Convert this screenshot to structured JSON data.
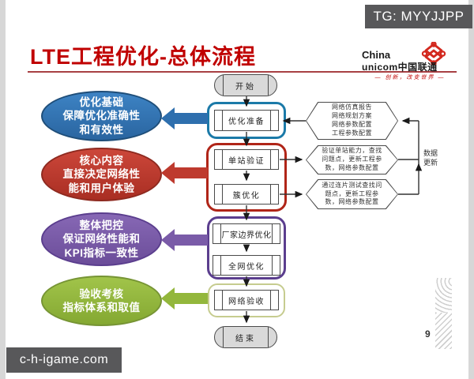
{
  "overlay": {
    "tg_badge": "TG: MYYJJPP",
    "watermark": "c-h-igame.com"
  },
  "slide": {
    "title": "LTE工程优化-总体流程",
    "page_number": "9",
    "logo": {
      "brand_line1": "China",
      "brand_line2": "unicom中国联通",
      "tagline": "— 创新，改变世界 —"
    }
  },
  "flow": {
    "start_label": "开始",
    "end_label": "结束",
    "steps": [
      {
        "label": "优化准备"
      },
      {
        "label": "单站验证"
      },
      {
        "label": "簇优化"
      },
      {
        "label": "厂家边界优化"
      },
      {
        "label": "全网优化"
      },
      {
        "label": "网络验收"
      }
    ]
  },
  "annotations": [
    {
      "color": "#2E6FAE",
      "lines": [
        "优化基础",
        "保障优化准确性",
        "和有效性"
      ]
    },
    {
      "color": "#BE3A2E",
      "lines": [
        "核心内容",
        "直接决定网络性",
        "能和用户体验"
      ]
    },
    {
      "color": "#7A5BA8",
      "lines": [
        "整体把控",
        "保证网络性能和",
        "KPI指标一致性"
      ]
    },
    {
      "color": "#93B73C",
      "lines": [
        "验收考核",
        "指标体系和取值"
      ]
    }
  ],
  "callouts": [
    {
      "lines": [
        "网络仿真报告",
        "网络规划方案",
        "网络参数配置",
        "工程参数配置"
      ]
    },
    {
      "lines": [
        "验证单站能力，查找",
        "问题点，更新工程参",
        "数，网络参数配置"
      ]
    },
    {
      "lines": [
        "通过连片测试查找问",
        "题点，更新工程参",
        "数，网络参数配置"
      ]
    }
  ],
  "labels": {
    "data_update_line1": "数据",
    "data_update_line2": "更新"
  },
  "colors": {
    "title_red": "#C00000",
    "rule_red": "#A84043",
    "badge_gray": "#58585A",
    "group_blue": "#1B7AA8",
    "group_red": "#B02518",
    "group_purple": "#5B3E8E",
    "group_olive": "#C6CC8F",
    "node_gray": "#D9D9D9",
    "unicom_red": "#D3281E"
  }
}
